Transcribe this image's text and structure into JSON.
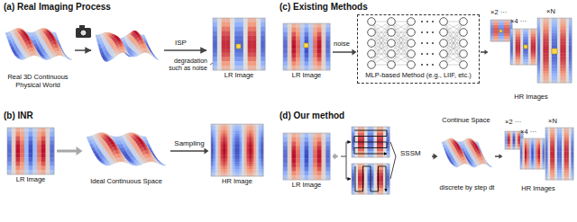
{
  "diagram": {
    "nodes": [
      {
        "text": [
          "Real 3D Continuous Physical World"
        ]
      },
      {
        "text": [
          "LR Image"
        ]
      },
      {
        "text": [
          "LR Image"
        ]
      },
      {
        "text": [
          "Ideal Continuous Space"
        ]
      },
      {
        "text": [
          "HR Image"
        ]
      },
      {
        "text": [
          "LR Image"
        ]
      },
      {
        "text": [
          "MLP-based Method (e.g., LIIF, etc.)"
        ]
      },
      {
        "text": [
          "×2 ···",
          "×4 ···",
          "×N",
          "HR Images"
        ]
      },
      {
        "text": [
          "LR Image"
        ]
      },
      {
        "text": [
          "SSSM"
        ]
      },
      {
        "text": [
          "Continue Space"
        ]
      },
      {
        "text": [
          "×2 ···",
          "×4 ···",
          "×N",
          "HR Images"
        ]
      }
    ],
    "edges": [
      {
        "from": 2,
        "to": 3,
        "arrow": "to"
      },
      {
        "from": 3,
        "to": 4,
        "label": "Sampling",
        "arrow": "to"
      },
      {
        "from": 5,
        "to": 6,
        "arrow": "to"
      },
      {
        "from": 6,
        "to": 7,
        "arrow": "to"
      },
      {
        "from": 8,
        "to": 9,
        "arrow": "to"
      },
      {
        "from": 9,
        "to": 10,
        "arrow": "to"
      },
      {
        "from": 10,
        "to": 11,
        "arrow": "to"
      }
    ],
    "labels": [
      "(a) Real Imaging Process",
      "ISP",
      "degradation such as noise",
      "(b) INR",
      "(c) Existing Methods",
      "noise",
      "(d) Our method",
      "discrete by step dt"
    ]
  }
}
